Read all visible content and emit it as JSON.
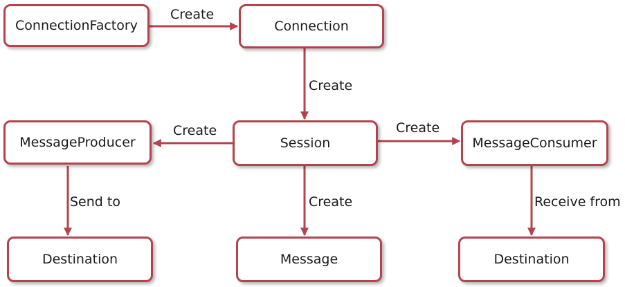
{
  "colors": {
    "accent": "#b4434f"
  },
  "nodes": {
    "connection_factory": "ConnectionFactory",
    "connection": "Connection",
    "session": "Session",
    "message_producer": "MessageProducer",
    "message_consumer": "MessageConsumer",
    "destination_send": "Destination",
    "message": "Message",
    "destination_receive": "Destination"
  },
  "edges": {
    "factory_to_connection": "Create",
    "connection_to_session": "Create",
    "session_to_producer": "Create",
    "session_to_consumer": "Create",
    "session_to_message": "Create",
    "producer_to_destination": "Send to",
    "consumer_from_destination": "Receive from"
  }
}
